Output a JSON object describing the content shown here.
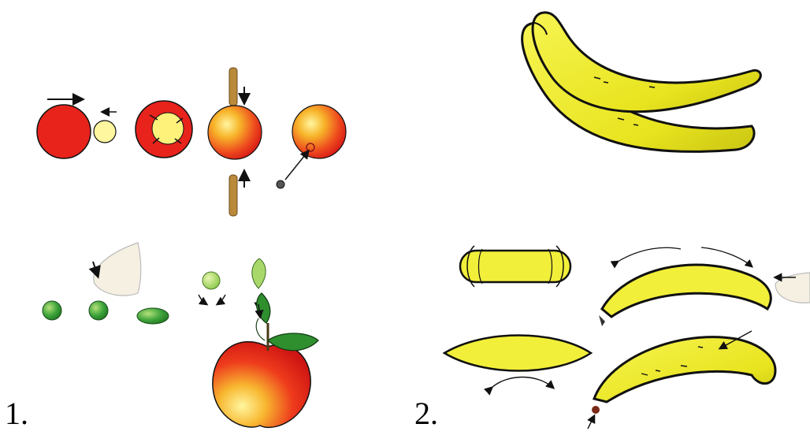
{
  "panels": [
    {
      "label": "1.",
      "subject": "apple"
    },
    {
      "label": "2.",
      "subject": "banana"
    }
  ],
  "colors": {
    "apple_red": "#e8231c",
    "apple_orange": "#f5a623",
    "apple_yellow": "#fff6a0",
    "leaf_green": "#3b9a3b",
    "light_green": "#9ad05a",
    "banana_yellow": "#f2ef3a",
    "stick_brown": "#b88a3a",
    "outline": "#111111"
  }
}
